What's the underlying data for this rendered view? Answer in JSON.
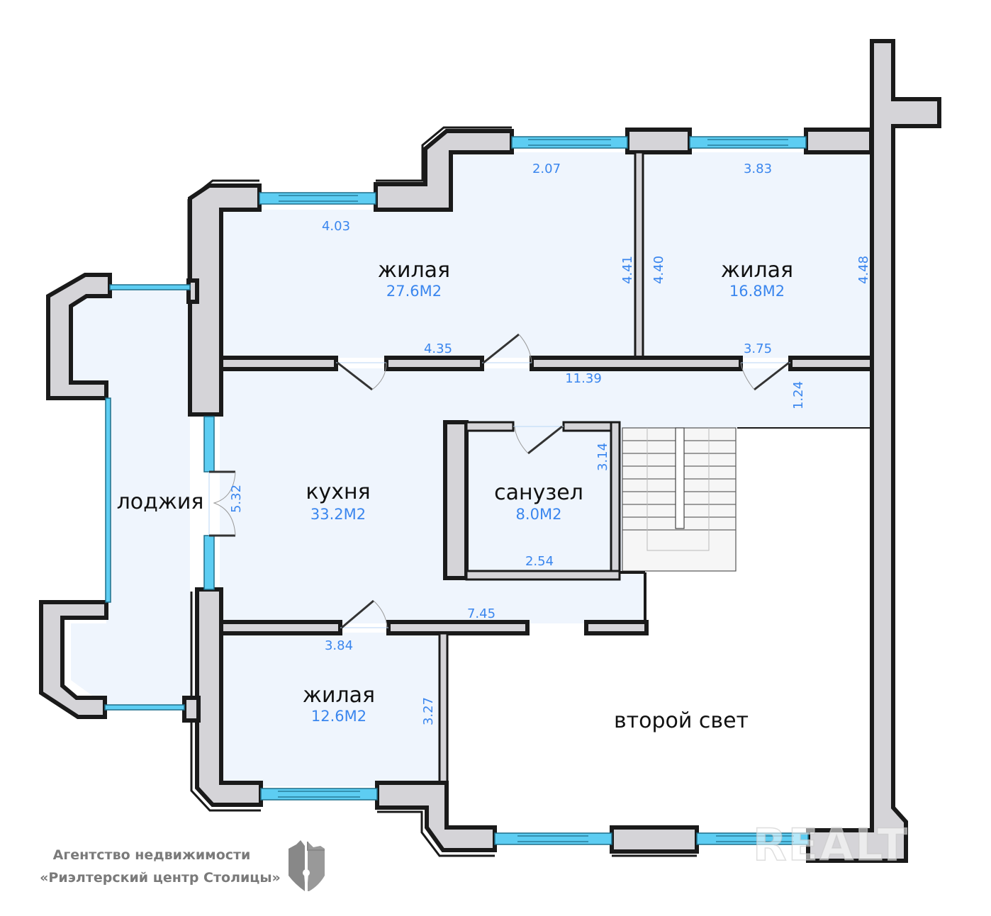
{
  "plan": {
    "colors": {
      "wall_fill": "#d5d4d8",
      "wall_stroke": "#1a1a1a",
      "floor": "#eff5fd",
      "window": "#5dcdf2",
      "label_text": "#111111",
      "dimension_text": "#3a86ee",
      "agency_text": "#7a7a7a"
    },
    "rooms": [
      {
        "id": "living-1",
        "name": "жилая",
        "area": "27.6М2"
      },
      {
        "id": "living-2",
        "name": "жилая",
        "area": "16.8М2"
      },
      {
        "id": "kitchen",
        "name": "кухня",
        "area": "33.2М2"
      },
      {
        "id": "bathroom",
        "name": "санузел",
        "area": "8.0М2"
      },
      {
        "id": "living-3",
        "name": "жилая",
        "area": "12.6М2"
      },
      {
        "id": "loggia",
        "name": "лоджия",
        "area": ""
      },
      {
        "id": "double-height",
        "name": "второй свет",
        "area": ""
      }
    ],
    "dimensions": {
      "living1_top_right": "2.07",
      "living1_top_left": "4.03",
      "living1_height": "4.41",
      "living1_bottom": "4.35",
      "living2_top": "3.83",
      "living2_left": "4.40",
      "living2_right": "4.48",
      "living2_bottom": "3.75",
      "hall_length": "11.39",
      "hall_width": "1.24",
      "kitchen_height": "5.32",
      "bath_height": "3.14",
      "bath_width": "2.54",
      "kitchen_bottom": "7.45",
      "living3_top": "3.84",
      "living3_height": "3.27"
    },
    "icons": {
      "logo": "shield-keyhole-icon",
      "watermark": "realt-watermark"
    }
  },
  "branding": {
    "agency_line1": "Агентство недвижимости",
    "agency_line2": "«Риэлтерский центр Столицы»",
    "watermark": "REALT"
  }
}
